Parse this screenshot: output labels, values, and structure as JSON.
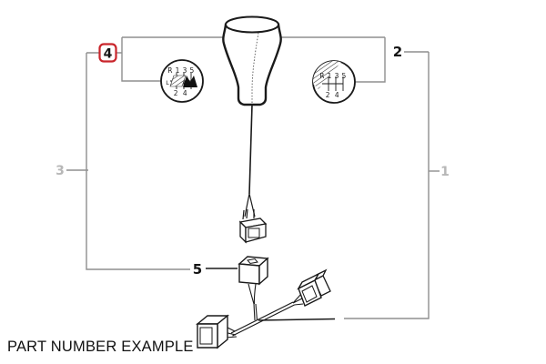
{
  "caption": "PART NUMBER EXAMPLE",
  "callouts": {
    "one": {
      "label": "1",
      "state": "unavailable"
    },
    "two": {
      "label": "2",
      "state": "available"
    },
    "three": {
      "label": "3",
      "state": "unavailable"
    },
    "four": {
      "label": "4",
      "state": "selected"
    },
    "five": {
      "label": "5",
      "state": "available"
    }
  },
  "shift_patterns": {
    "left": {
      "row_top": "R 1 3 5",
      "row_bottom": "2 4",
      "mid_left": "L"
    },
    "right": {
      "row_top": "R 1 3 5",
      "row_bottom": "2 4"
    }
  },
  "colors": {
    "highlight_red": "#c9252b",
    "leader_gray": "#8f8f8f",
    "inactive_gray": "#b7b7b7",
    "drawing_black": "#1a1a1a",
    "background": "#ffffff"
  }
}
